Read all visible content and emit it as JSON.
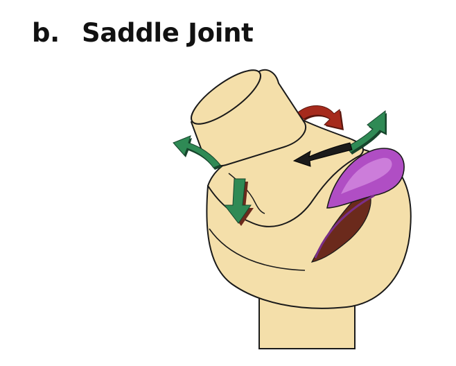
{
  "title": {
    "letter": "b.",
    "text": "Saddle Joint"
  },
  "colors": {
    "bone": "#f4dfaa",
    "bone_outline": "#1a1a1a",
    "cartilage": "#b04ec4",
    "cartilage_highlight": "#d68ee2",
    "cavity": "#6b2a1c",
    "arrow_green": "#2f8a55",
    "arrow_green_shadow": "#17452c",
    "arrow_red": "#a62a1c",
    "arrow_red_shadow": "#5a160e",
    "arrow_dark": "#1b1b1b"
  },
  "icons": {
    "upper_bone": "upper-bone-cylinder",
    "lower_bone": "lower-bone-condyle",
    "cartilage": "articular-cartilage",
    "arrows": [
      "green-arrow-left",
      "green-arrow-down",
      "green-arrow-right",
      "red-rotation-arrow",
      "dark-arrow"
    ]
  }
}
